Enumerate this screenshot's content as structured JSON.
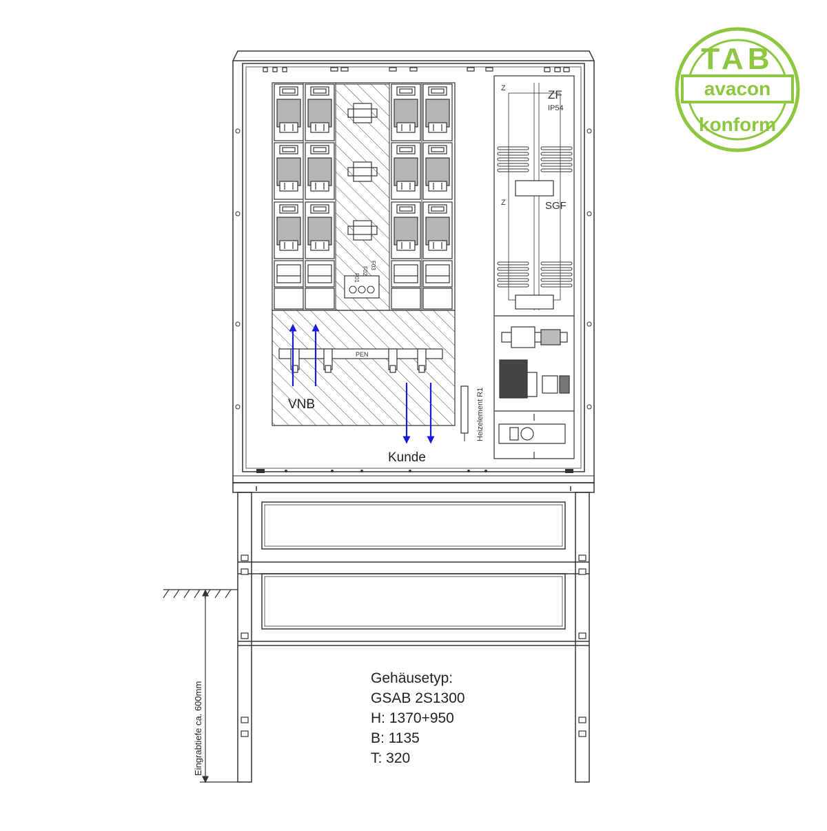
{
  "labels": {
    "vnb": "VNB",
    "kunde": "Kunde",
    "zf": "ZF",
    "ip": "IP54",
    "z_top": "Z",
    "z_mid": "Z",
    "sgf": "SGF",
    "pen": "PEN",
    "f01": "F01",
    "f02": "F02",
    "f03": "F03",
    "heater": "Heizelement R1",
    "depth": "Eingrabtiefe ca. 600mm"
  },
  "spec": {
    "line1": "Gehäusetyp:",
    "line2": "GSAB 2S1300",
    "line3": "H: 1370+950",
    "line4": "B: 1135",
    "line5": "T: 320"
  },
  "badge": {
    "top": "TAB",
    "middle": "avacon",
    "bottom": "konform",
    "color": "#8dc63f"
  },
  "colors": {
    "line": "#333333",
    "arrow": "#1a1adb"
  }
}
